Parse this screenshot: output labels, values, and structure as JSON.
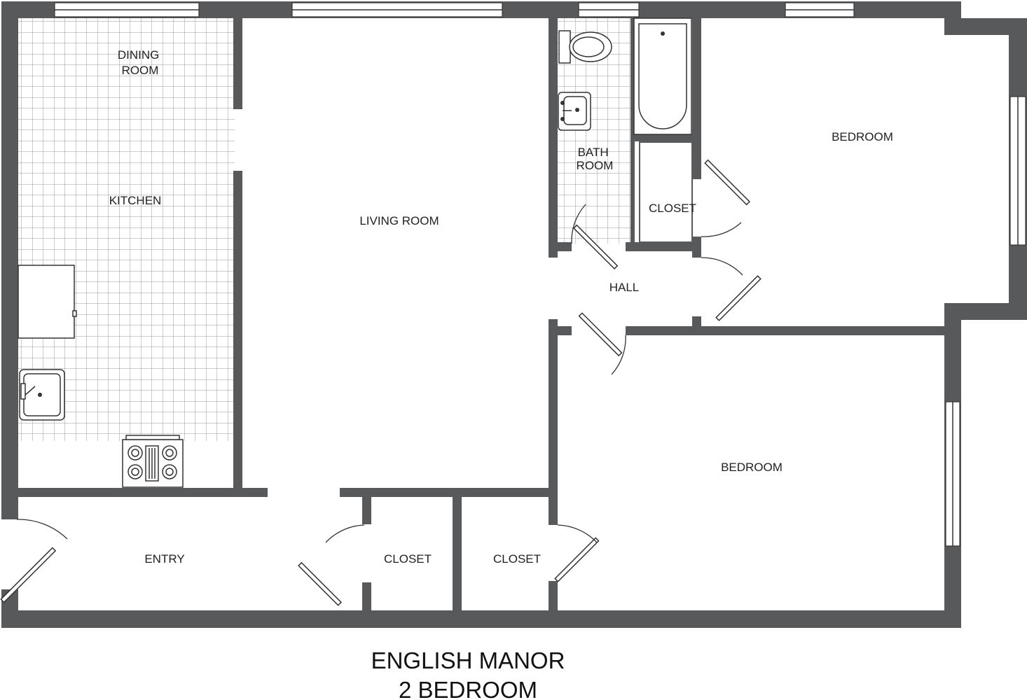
{
  "plan": {
    "rooms": {
      "dining_room": "DINING\nROOM",
      "kitchen": "KITCHEN",
      "living_room": "LIVING ROOM",
      "bath_room": "BATH\nROOM",
      "closet_bath": "CLOSET",
      "bedroom_1": "BEDROOM",
      "hall": "HALL",
      "bedroom_2": "BEDROOM",
      "entry": "ENTRY",
      "closet_entry_1": "CLOSET",
      "closet_entry_2": "CLOSET"
    },
    "title_line_1": "ENGLISH MANOR",
    "title_line_2": "2 BEDROOM"
  },
  "colors": {
    "wall": "#58595b",
    "tile_grid": "#9a9a9a",
    "background": "#ffffff",
    "line": "#333333"
  }
}
